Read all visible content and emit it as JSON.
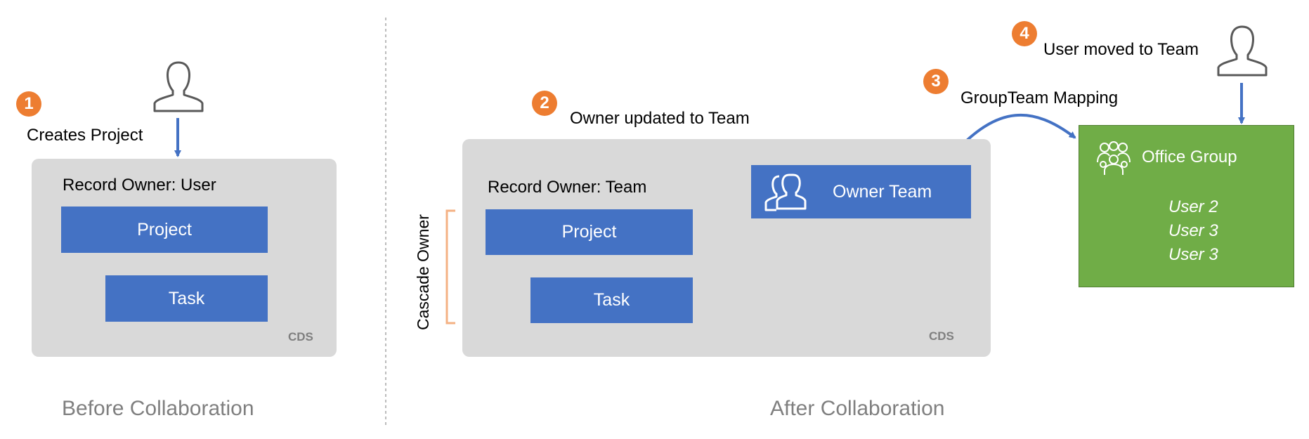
{
  "colors": {
    "box_blue": "#4472c4",
    "cds_gray": "#d9d9d9",
    "badge_orange": "#ed7d31",
    "group_green": "#70ad47",
    "caption_gray": "#7f7f7f",
    "bracket_orange": "#f4b183"
  },
  "before": {
    "step_badge": "1",
    "actor_icon": "user-icon",
    "action_label": "Creates Project",
    "record_owner_label": "Record Owner: User",
    "project_label": "Project",
    "task_label": "Task",
    "cds_label": "CDS",
    "caption": "Before Collaboration"
  },
  "after": {
    "step2_badge": "2",
    "step2_label": "Owner updated to Team",
    "record_owner_label": "Record Owner: Team",
    "project_label": "Project",
    "task_label": "Task",
    "cascade_label": "Cascade Owner",
    "owner_team_label": "Owner Team",
    "owner_team_icon": "team-icon",
    "cds_label": "CDS",
    "step3_badge": "3",
    "step3_label": "GroupTeam Mapping",
    "step4_badge": "4",
    "step4_label": "User moved to Team",
    "actor_icon": "user-icon",
    "office_group_label": "Office Group",
    "office_group_icon": "group-icon",
    "group_users": [
      "User 2",
      "User 3",
      "User 3"
    ],
    "caption": "After Collaboration"
  }
}
